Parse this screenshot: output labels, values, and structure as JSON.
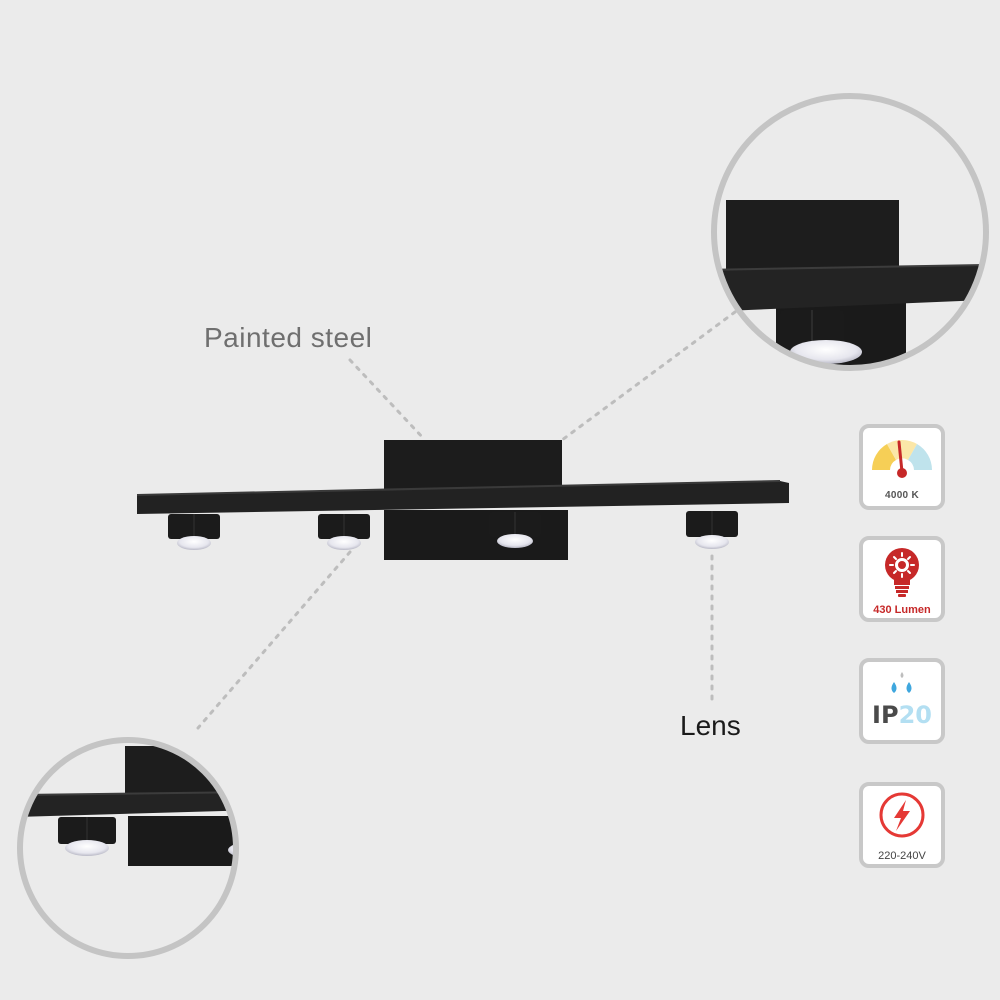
{
  "labels": {
    "material": "Painted steel",
    "lens": "Lens"
  },
  "badges": {
    "color_temperature": "4000 K",
    "luminous_flux": "430 Lumen",
    "ip_prefix": "IP",
    "ip_number": "20",
    "voltage": "220-240V"
  },
  "colors": {
    "background": "#ebebeb",
    "fixture": "#1e1e1e",
    "lumen_red": "#c62828",
    "ip_blue": "#b3dff2",
    "badge_border": "#c8c8c8"
  },
  "icons": [
    "gauge-icon",
    "bulb-icon",
    "water-drops-icon",
    "lightning-icon"
  ]
}
